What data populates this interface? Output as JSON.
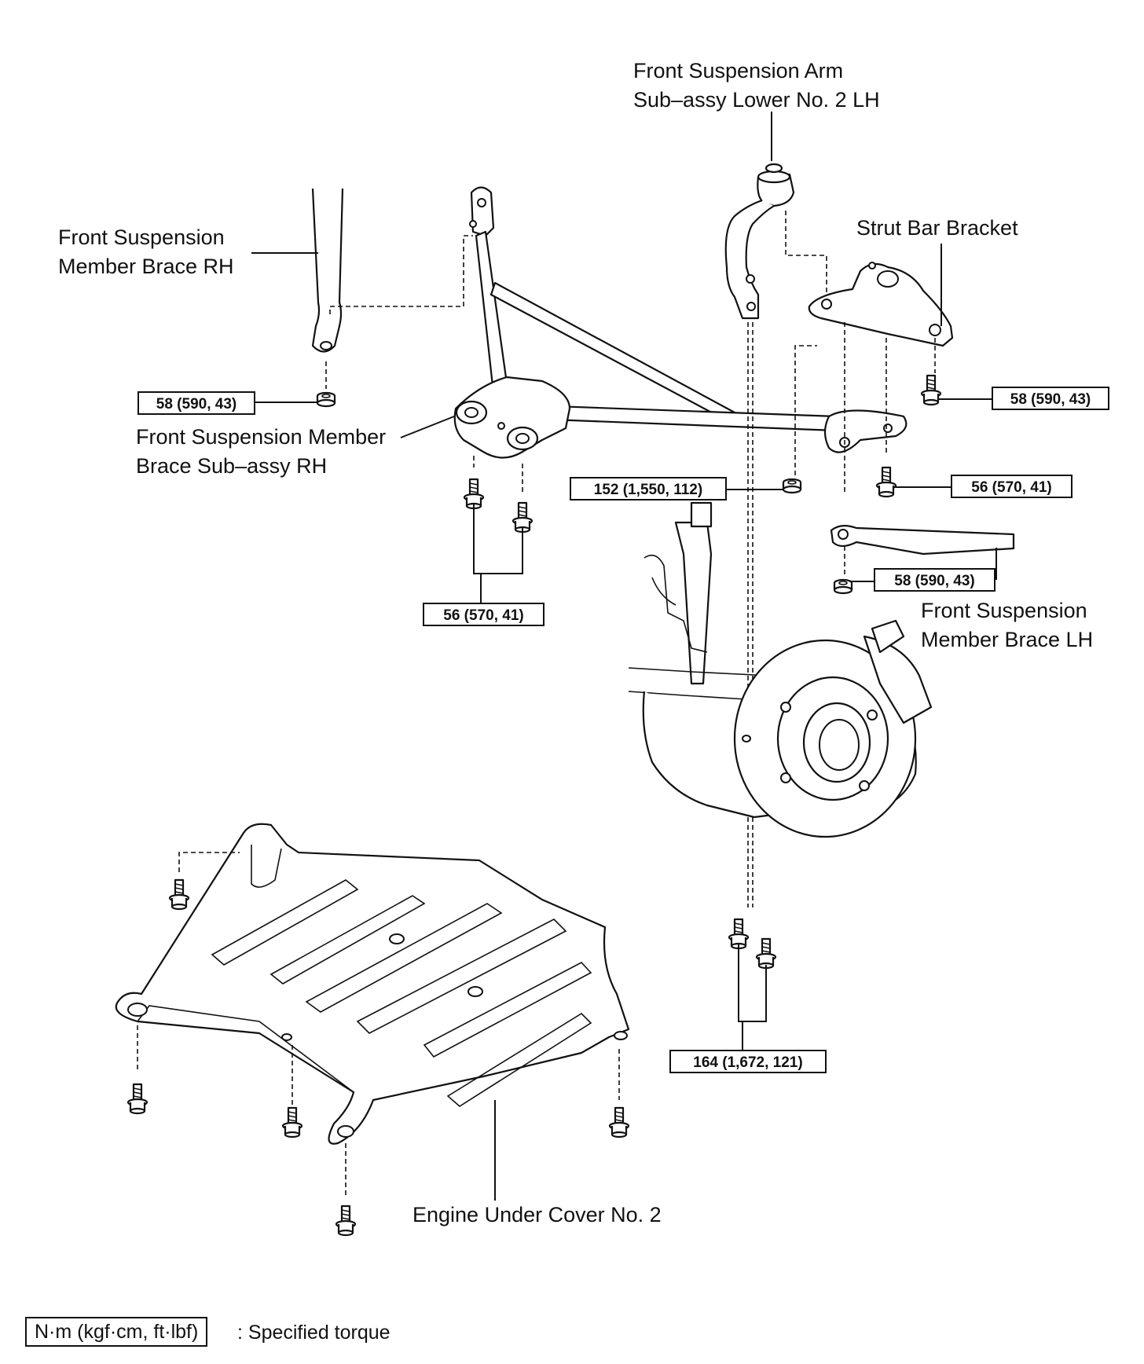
{
  "labels": {
    "arm_lower_no2_lh": [
      "Front Suspension Arm",
      "Sub–assy Lower No. 2 LH"
    ],
    "member_brace_rh": [
      "Front Suspension",
      "Member Brace RH"
    ],
    "strut_bar_bracket": "Strut Bar Bracket",
    "member_brace_subassy_rh": [
      "Front Suspension Member",
      "Brace Sub–assy RH"
    ],
    "member_brace_lh": [
      "Front Suspension",
      "Member Brace LH"
    ],
    "engine_under_cover": "Engine Under Cover No. 2"
  },
  "torques": {
    "brace_rh_nut": "58 (590, 43)",
    "bracket_bolt": "58 (590, 43)",
    "arm_nut": "152 (1,550, 112)",
    "bracket_bolt_2": "56 (570, 41)",
    "subassy_bolts": "56 (570, 41)",
    "brace_lh_nut": "58 (590, 43)",
    "arm_bolts": "164 (1,672, 121)"
  },
  "legend": {
    "unit_box": "N·m (kgf·cm, ft·lbf)",
    "description": ": Specified torque"
  }
}
